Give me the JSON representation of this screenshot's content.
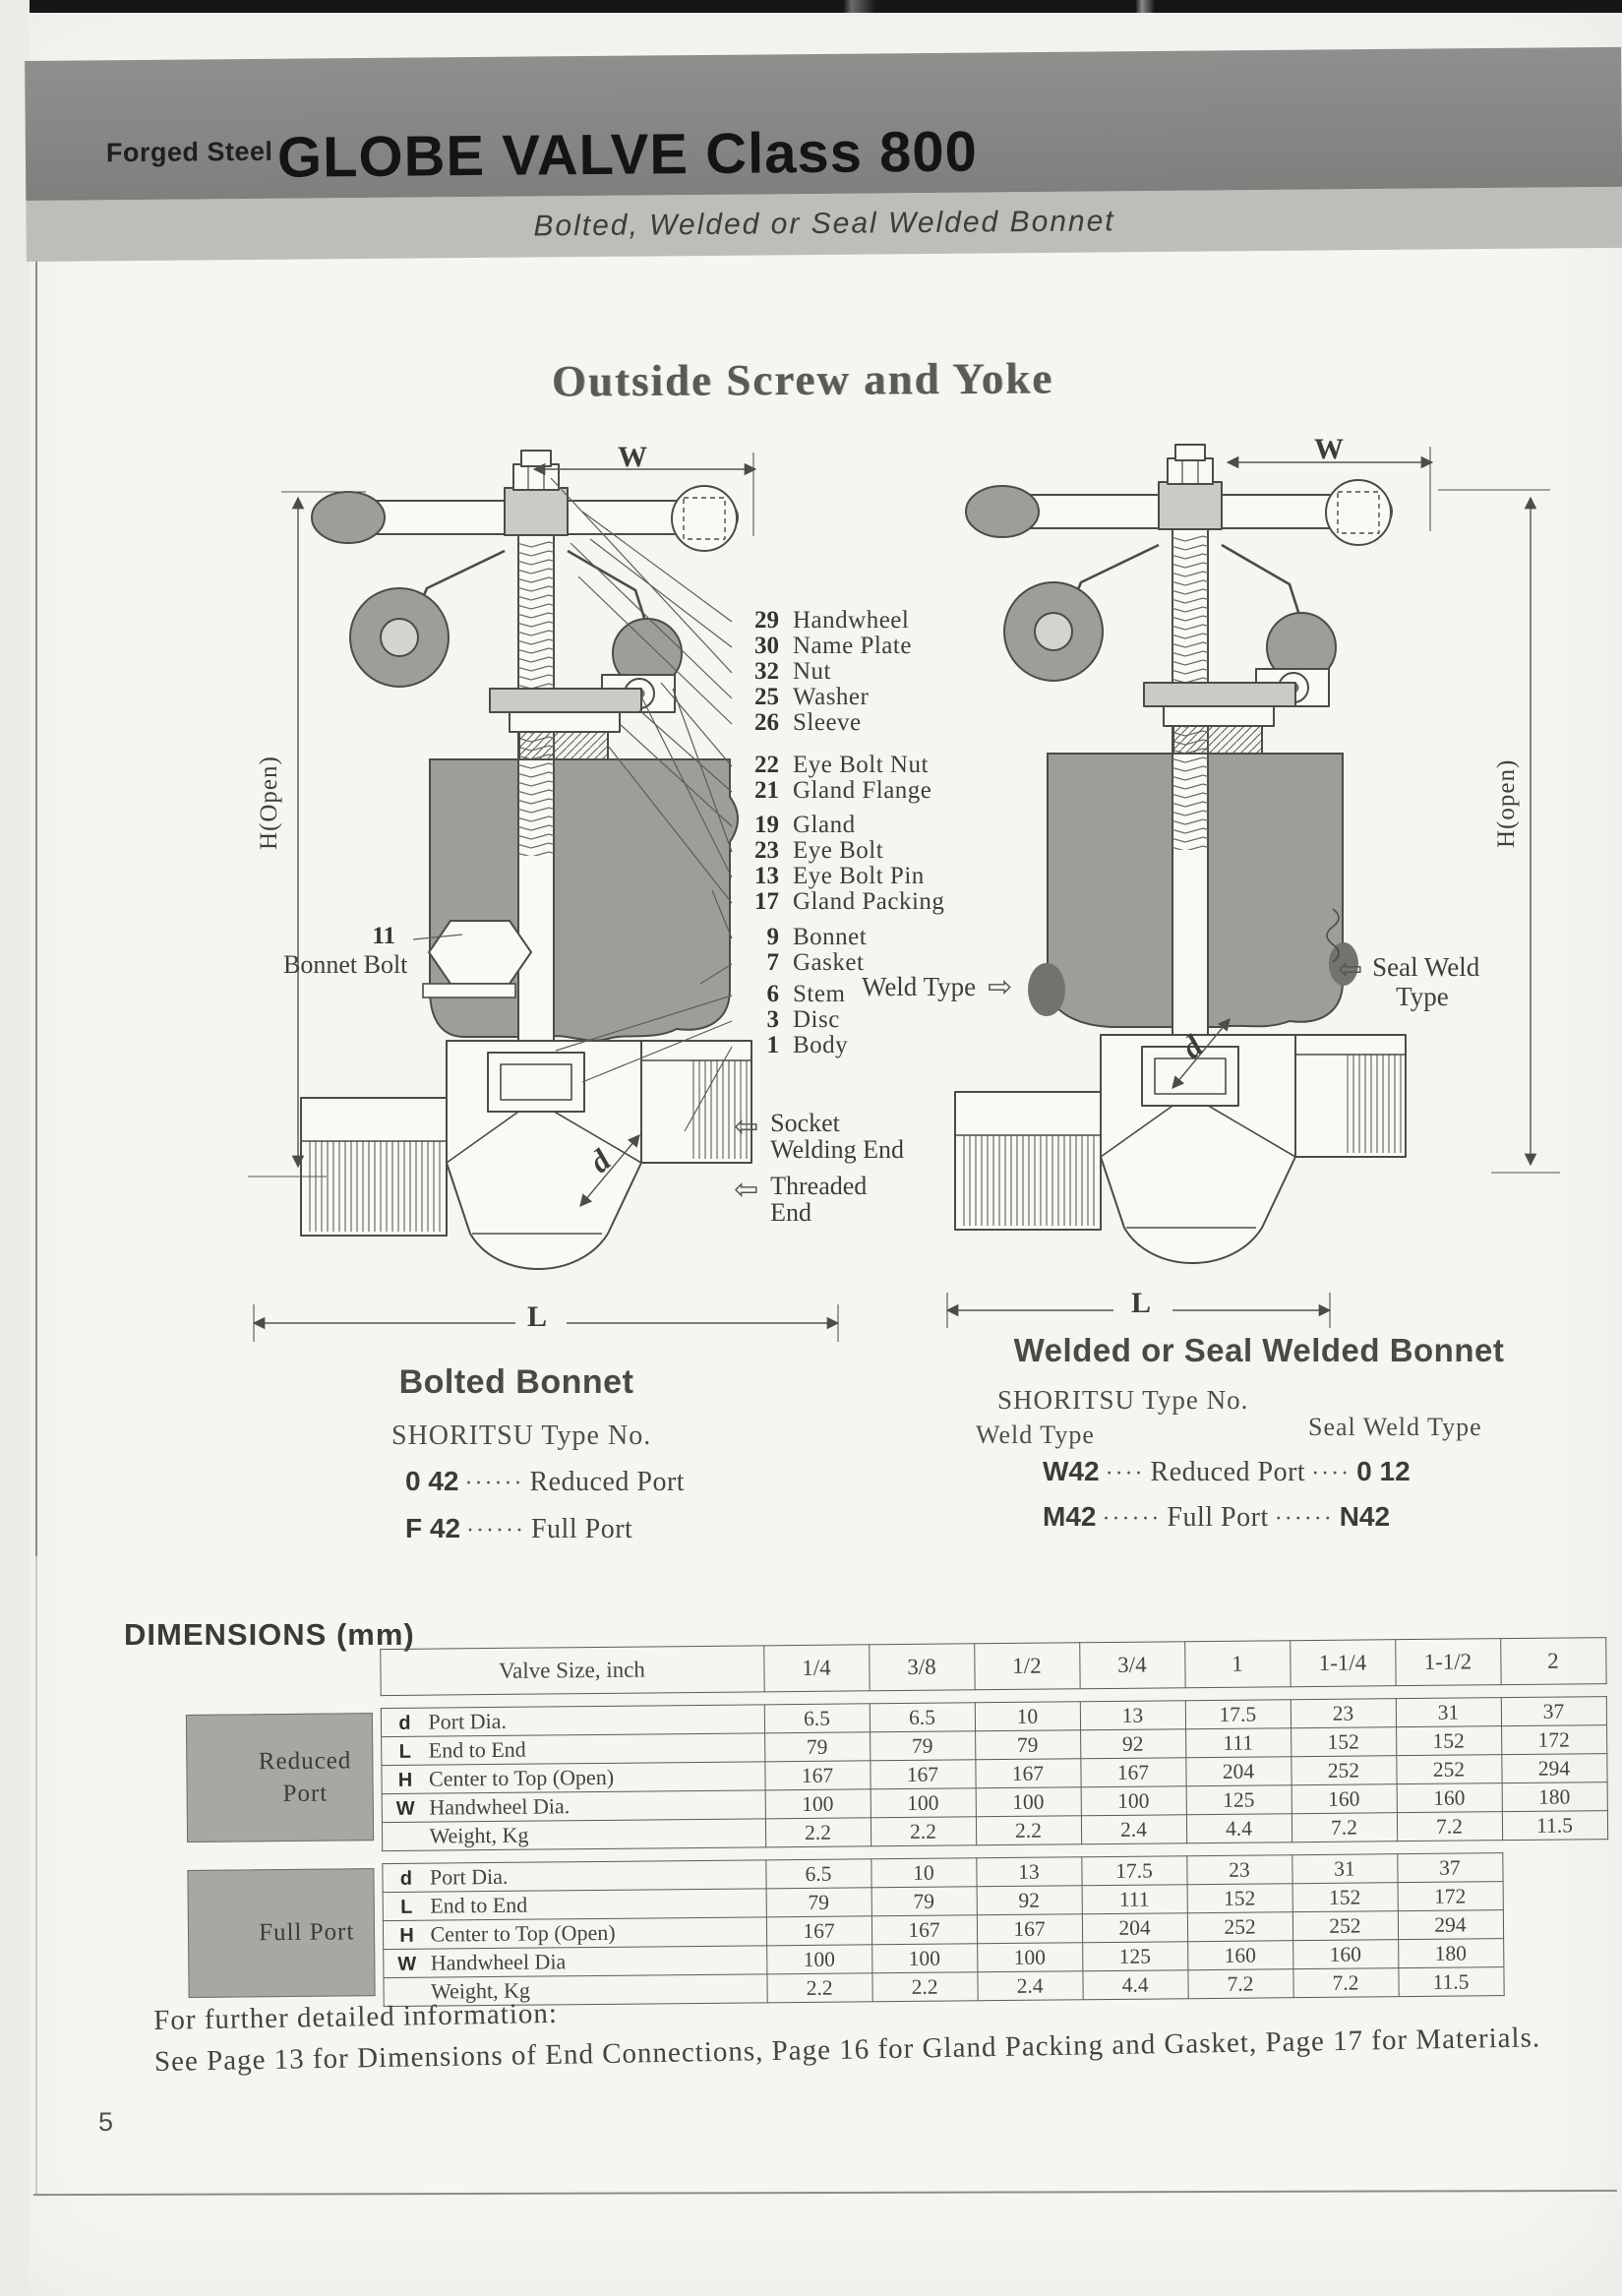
{
  "header": {
    "eyebrow": "Forged Steel",
    "title": "GLOBE VALVE Class 800",
    "subtitle": "Bolted, Welded or Seal Welded Bonnet"
  },
  "page_title": "Outside Screw and Yoke",
  "dim_labels": {
    "w": "W",
    "h_left": "H(Open)",
    "h_right": "H(open)",
    "l": "L",
    "d": "d"
  },
  "parts": {
    "col1": [
      {
        "num": "29",
        "label": "Handwheel"
      },
      {
        "num": "30",
        "label": "Name Plate"
      },
      {
        "num": "32",
        "label": "Nut"
      },
      {
        "num": "25",
        "label": "Washer"
      },
      {
        "num": "26",
        "label": "Sleeve"
      },
      {
        "num": "22",
        "label": "Eye Bolt Nut"
      },
      {
        "num": "21",
        "label": "Gland Flange"
      },
      {
        "num": "19",
        "label": "Gland"
      },
      {
        "num": "23",
        "label": "Eye Bolt"
      },
      {
        "num": "13",
        "label": "Eye Bolt Pin"
      },
      {
        "num": "17",
        "label": "Gland Packing"
      },
      {
        "num": "9",
        "label": "Bonnet"
      },
      {
        "num": "7",
        "label": "Gasket"
      },
      {
        "num": "6",
        "label": "Stem"
      },
      {
        "num": "3",
        "label": "Disc"
      },
      {
        "num": "1",
        "label": "Body"
      }
    ],
    "bonnet_bolt": {
      "num": "11",
      "label": "Bonnet Bolt"
    },
    "socket_end": {
      "line1": "Socket",
      "line2": "Welding End"
    },
    "threaded_end": {
      "line1": "Threaded",
      "line2": "End"
    },
    "weld_type": "Weld Type",
    "seal_weld_type": {
      "line1": "Seal Weld",
      "line2": "Type"
    },
    "arrow_left": "⇦",
    "arrow_right": "⇨"
  },
  "bolted": {
    "heading": "Bolted Bonnet",
    "type_no": "SHORITSU Type No.",
    "rows": [
      {
        "code": "0 42",
        "dots": "······",
        "desc": "Reduced Port"
      },
      {
        "code": "F 42",
        "dots": "······",
        "desc": "Full Port"
      }
    ]
  },
  "welded": {
    "heading": "Welded or Seal Welded Bonnet",
    "type_no": "SHORITSU Type No.",
    "col_left": "Weld Type",
    "col_right": "Seal Weld Type",
    "rows": [
      {
        "code": "W42",
        "dots1": "····",
        "desc": "Reduced Port",
        "dots2": "····",
        "code2": "0 12"
      },
      {
        "code": "M42",
        "dots1": "······",
        "desc": "Full Port",
        "dots2": "······",
        "code2": "N42"
      }
    ]
  },
  "dimensions": {
    "heading": "DIMENSIONS (mm)",
    "size_header": "Valve Size, inch",
    "sizes": [
      "1/4",
      "3/8",
      "1/2",
      "3/4",
      "1",
      "1-1/4",
      "1-1/2",
      "2"
    ],
    "groups": [
      {
        "label_line1": "Reduced",
        "label_line2": "Port",
        "rows": [
          {
            "sym": "d",
            "label": "Port Dia.",
            "values": [
              "6.5",
              "6.5",
              "10",
              "13",
              "17.5",
              "23",
              "31",
              "37"
            ]
          },
          {
            "sym": "L",
            "label": "End to End",
            "values": [
              "79",
              "79",
              "79",
              "92",
              "111",
              "152",
              "152",
              "172"
            ]
          },
          {
            "sym": "H",
            "label": "Center to Top (Open)",
            "values": [
              "167",
              "167",
              "167",
              "167",
              "204",
              "252",
              "252",
              "294"
            ]
          },
          {
            "sym": "W",
            "label": "Handwheel Dia.",
            "values": [
              "100",
              "100",
              "100",
              "100",
              "125",
              "160",
              "160",
              "180"
            ]
          },
          {
            "sym": "",
            "label": "Weight, Kg",
            "values": [
              "2.2",
              "2.2",
              "2.2",
              "2.4",
              "4.4",
              "7.2",
              "7.2",
              "11.5"
            ]
          }
        ]
      },
      {
        "label_line1": "Full Port",
        "label_line2": "",
        "rows": [
          {
            "sym": "d",
            "label": "Port Dia.",
            "values": [
              "6.5",
              "10",
              "13",
              "17.5",
              "23",
              "31",
              "37",
              ""
            ]
          },
          {
            "sym": "L",
            "label": "End to End",
            "values": [
              "79",
              "79",
              "92",
              "111",
              "152",
              "152",
              "172",
              ""
            ]
          },
          {
            "sym": "H",
            "label": "Center to Top (Open)",
            "values": [
              "167",
              "167",
              "167",
              "204",
              "252",
              "252",
              "294",
              ""
            ]
          },
          {
            "sym": "W",
            "label": "Handwheel Dia",
            "values": [
              "100",
              "100",
              "100",
              "125",
              "160",
              "160",
              "180",
              ""
            ]
          },
          {
            "sym": "",
            "label": "Weight, Kg",
            "values": [
              "2.2",
              "2.2",
              "2.4",
              "4.4",
              "7.2",
              "7.2",
              "11.5",
              ""
            ]
          }
        ]
      }
    ]
  },
  "footer": {
    "line1": "For further detailed information:",
    "line2": "See Page 13 for Dimensions of End Connections, Page 16 for Gland Packing and Gasket, Page 17 for Materials."
  },
  "page_number": "5"
}
